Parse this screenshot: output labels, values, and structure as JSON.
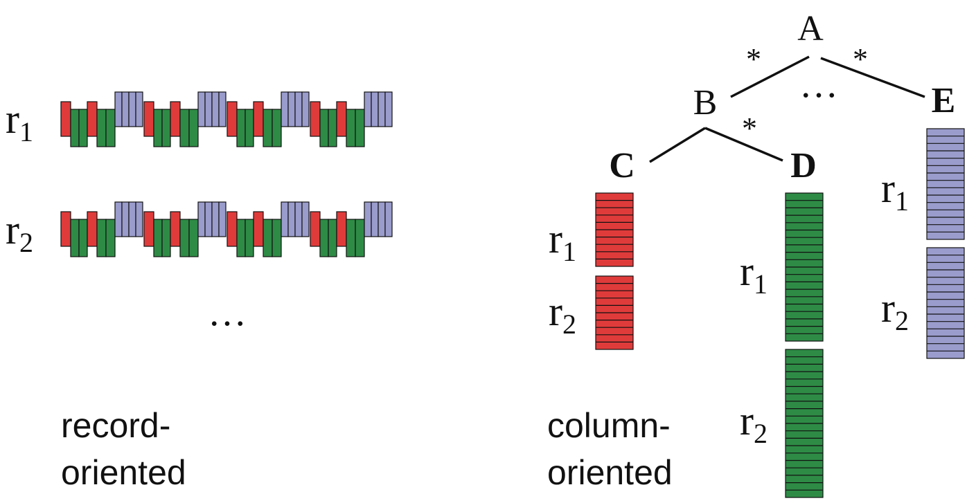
{
  "colors": {
    "red": "#e03b3b",
    "green": "#2e8b46",
    "blue": "#9a9ccc",
    "outline": "#111111",
    "line": "#111111",
    "text": "#111111"
  },
  "record_section": {
    "rows": [
      {
        "label": "r",
        "sub": "1"
      },
      {
        "label": "r",
        "sub": "2"
      }
    ],
    "ellipsis": "…",
    "caption_line1": "record-",
    "caption_line2": "oriented"
  },
  "column_section": {
    "tree": {
      "root": "A",
      "b_node": "B",
      "e_node": "E",
      "c_node": "C",
      "d_node": "D",
      "star_ab": "*",
      "star_ae": "*",
      "star_bd": "*",
      "ellipsis": "…"
    },
    "column_c": [
      {
        "label": "r",
        "sub": "1"
      },
      {
        "label": "r",
        "sub": "2"
      }
    ],
    "column_d": [
      {
        "label": "r",
        "sub": "1"
      },
      {
        "label": "r",
        "sub": "2"
      }
    ],
    "column_e": [
      {
        "label": "r",
        "sub": "1"
      },
      {
        "label": "r",
        "sub": "2"
      }
    ],
    "caption_line1": "column-",
    "caption_line2": "oriented"
  }
}
